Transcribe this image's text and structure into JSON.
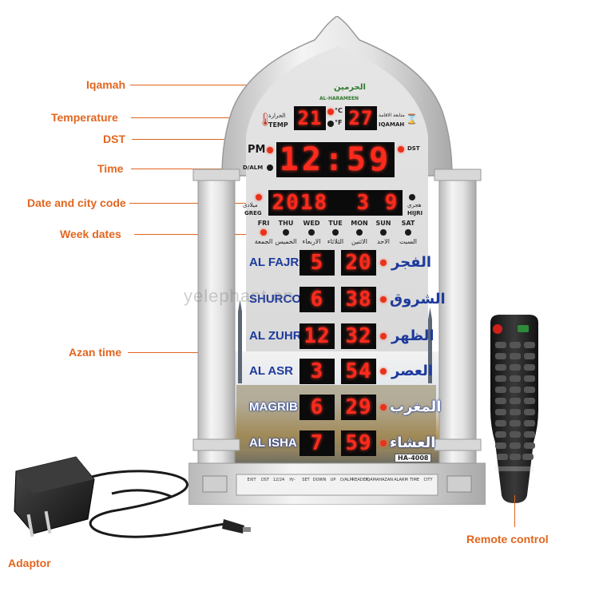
{
  "callouts": {
    "iqamah": "Iqamah",
    "temperature": "Temperature",
    "dst": "DST",
    "time": "Time",
    "date_city": "Date and city code",
    "week_dates": "Week dates",
    "azan_time": "Azan time",
    "remote": "Remote control",
    "adaptor": "Adaptor"
  },
  "clock": {
    "brand_ar": "الحرمين",
    "brand_en": "AL-HARAMEEN",
    "temp_value": "21",
    "temp_label_ar": "الحرارة",
    "temp_label": "TEMP",
    "unit_c": "°C",
    "unit_f": "°F",
    "iqamah_value": "27",
    "iqamah_label_ar": "متابعة الاقامة",
    "iqamah_label": "IQAMAH",
    "pm": "PM",
    "dst": "DST",
    "d_alm": "D/ALM",
    "time": "12:59",
    "greg_ar": "ميلادي",
    "greg": "GREG",
    "hijri_ar": "هجري",
    "hijri": "HIJRI",
    "date": "2018  3 9",
    "model": "HA-4008",
    "days": [
      "FRI",
      "THU",
      "WED",
      "TUE",
      "MON",
      "SUN",
      "SAT"
    ],
    "days_ar": [
      "الجمعة",
      "الخميس",
      "الاربعاء",
      "الثلاثاء",
      "الاثنين",
      "الاحد",
      "السبت"
    ],
    "prayers": [
      {
        "en": "AL FAJR",
        "ar": "الفجر",
        "hh": "5",
        "mm": "20"
      },
      {
        "en": "SHURCO",
        "ar": "الشروق",
        "hh": "6",
        "mm": "38"
      },
      {
        "en": "AL ZUHR",
        "ar": "الظهر",
        "hh": "12",
        "mm": "32"
      },
      {
        "en": "AL ASR",
        "ar": "العصر",
        "hh": "3",
        "mm": "54"
      },
      {
        "en": "MAGRIB",
        "ar": "المغرب",
        "hh": "6",
        "mm": "29"
      },
      {
        "en": "AL ISHA",
        "ar": "العشاء",
        "hh": "7",
        "mm": "59"
      }
    ],
    "buttons": [
      "EXIT",
      "DST",
      "12/24",
      "H/-",
      "SET",
      "DOWN",
      "UP",
      "D/ALM",
      "READER",
      "IQAMAH",
      "AZAN",
      "ALARM",
      "TIME",
      "CITY"
    ]
  },
  "watermark": "yelephant.en"
}
